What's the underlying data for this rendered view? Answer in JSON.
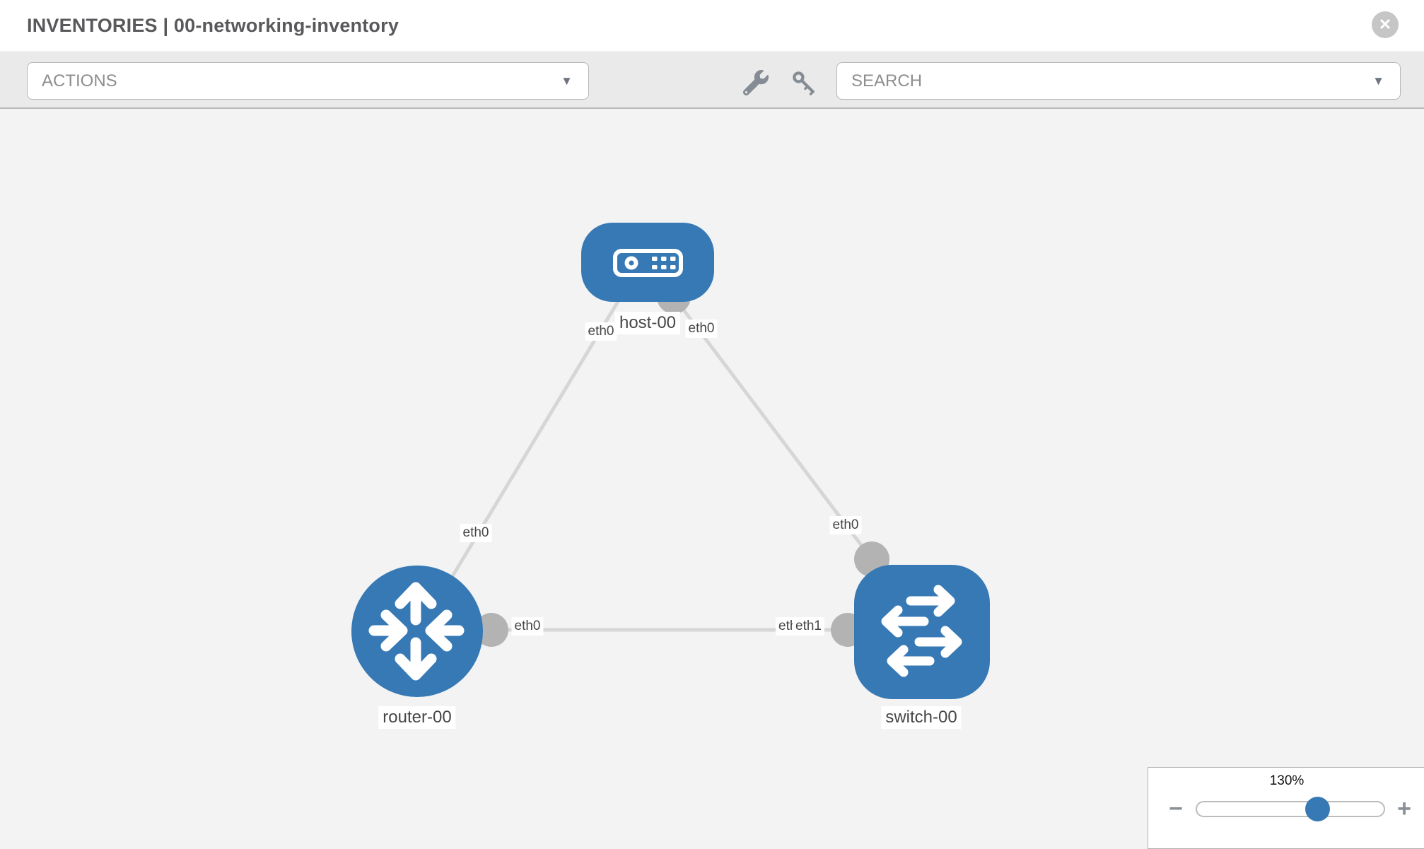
{
  "header": {
    "title": "INVENTORIES | 00-networking-inventory",
    "close_glyph": "✕"
  },
  "toolbar": {
    "actions_label": "ACTIONS",
    "search_label": "SEARCH",
    "caret_glyph": "▼"
  },
  "topology": {
    "nodes": [
      {
        "label": "host-00",
        "type": "host"
      },
      {
        "label": "router-00",
        "type": "router"
      },
      {
        "label": "switch-00",
        "type": "switch"
      }
    ],
    "links": [
      {
        "from": "host-00",
        "from_iface": "eth0",
        "to": "router-00",
        "to_iface": "eth0"
      },
      {
        "from": "host-00",
        "from_iface": "eth0",
        "to": "switch-00",
        "to_iface": "eth0"
      },
      {
        "from": "router-00",
        "from_iface": "eth0",
        "to": "switch-00",
        "to_iface": "eth1"
      }
    ],
    "iface_chips": {
      "l1_host": "eth0",
      "l1_router": "eth0",
      "l2_host": "eth0",
      "l2_switch": "eth0",
      "l3_router": "eth0",
      "l3_switch_back": "eth0",
      "l3_switch_front": "eth1"
    }
  },
  "zoom": {
    "level": "130%",
    "minus_glyph": "−",
    "plus_glyph": "+"
  },
  "colors": {
    "node_blue": "#3779b4",
    "link_gray": "#d6d6d6",
    "connector_gray": "#b3b3b3",
    "canvas_bg": "#f3f3f3",
    "toolbar_bg": "#eaeaea"
  }
}
